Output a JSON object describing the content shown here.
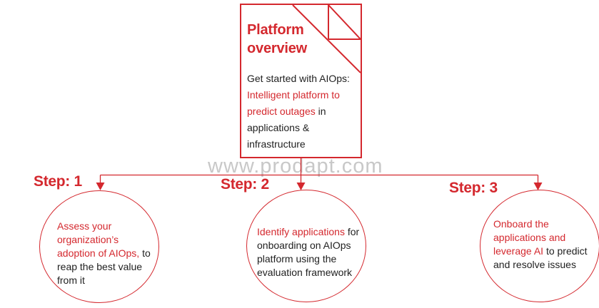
{
  "colors": {
    "red": "#d4282e",
    "black": "#1f1f1f",
    "watermark": "#c8c8c8"
  },
  "watermark": "www.prodapt.com",
  "overview_box": {
    "title": "Platform overview",
    "body": {
      "black1": "Get started with AIOps: ",
      "red": "Intelligent platform to predict outages",
      "black2": " in applications & infrastructure"
    }
  },
  "steps": [
    {
      "label": "Step: 1",
      "red_text": "Assess your organization’s adoption of AIOps,",
      "black_text": " to reap the best value from it"
    },
    {
      "label": "Step: 2",
      "red_text": "Identify applications",
      "black_text": " for onboarding on AIOps platform using the evaluation framework"
    },
    {
      "label": "Step: 3",
      "red_text": "Onboard the applications and leverage AI",
      "black_text": " to predict and resolve issues"
    }
  ]
}
